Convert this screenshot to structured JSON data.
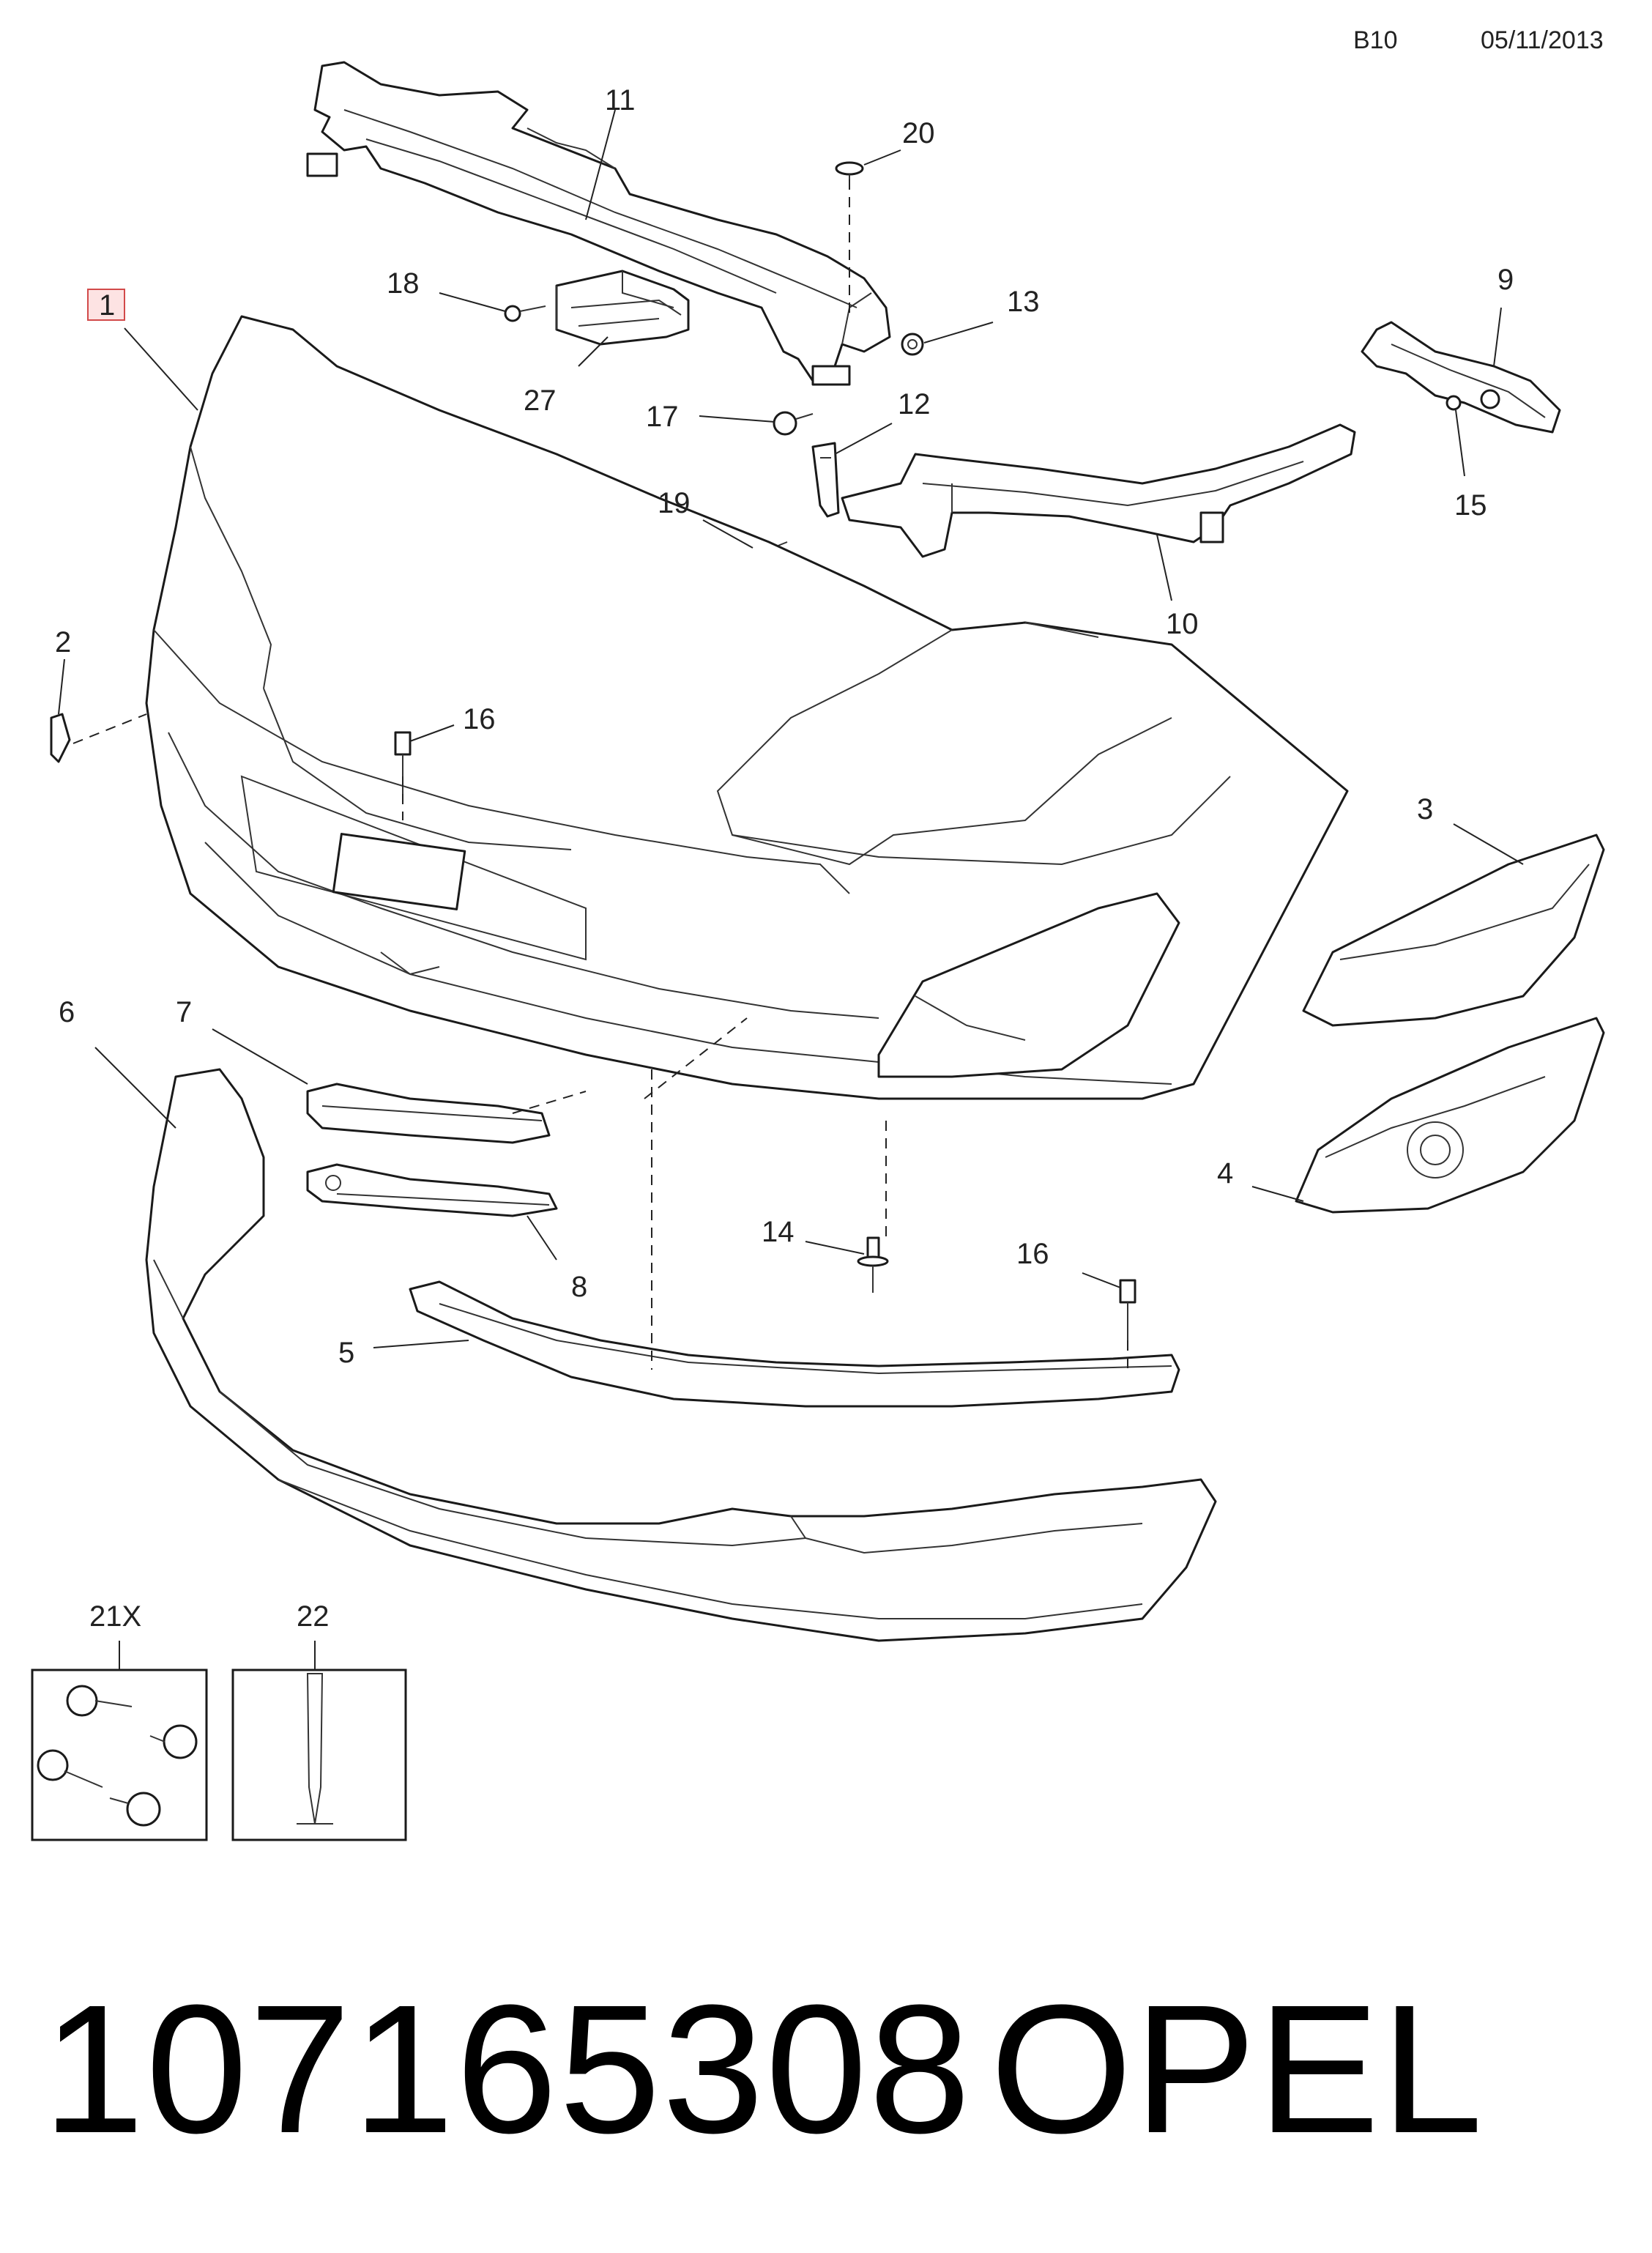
{
  "header": {
    "page_code": "B10",
    "date": "05/11/2013"
  },
  "callouts": {
    "c1": "1",
    "c2": "2",
    "c3": "3",
    "c4": "4",
    "c5": "5",
    "c6": "6",
    "c7": "7",
    "c8": "8",
    "c9": "9",
    "c10": "10",
    "c11": "11",
    "c12": "12",
    "c13": "13",
    "c14": "14",
    "c15": "15",
    "c16a": "16",
    "c16b": "16",
    "c17": "17",
    "c18": "18",
    "c19": "19",
    "c20": "20",
    "c21x": "21X",
    "c22": "22",
    "c27": "27"
  },
  "highlight": {
    "part_number": "1",
    "color": "#d24a4a"
  },
  "footer": {
    "part_no": "107165308",
    "brand": "OPEL"
  }
}
